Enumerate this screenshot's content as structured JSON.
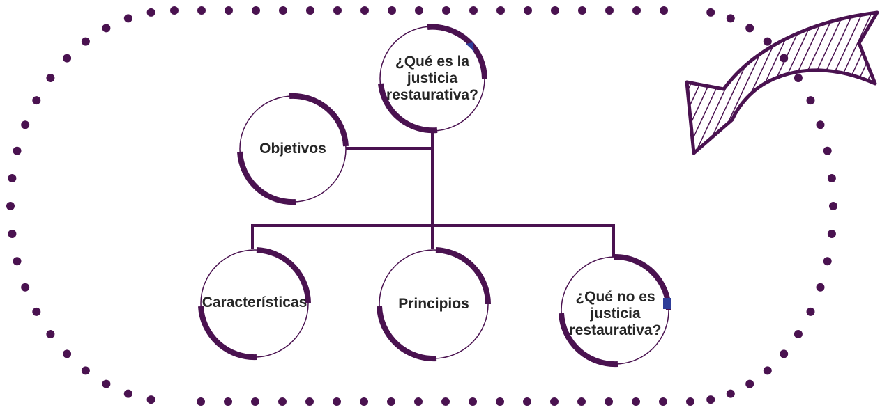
{
  "colors": {
    "primary": "#4a1250",
    "accent": "#2e3d99",
    "text": "#262626",
    "background": "#ffffff"
  },
  "nodes": {
    "root": {
      "label": "¿Qué es la\njusticia\nrestaurativa?"
    },
    "objetivos": {
      "label": "Objetivos"
    },
    "caracteristicas": {
      "label": "Características"
    },
    "principios": {
      "label": "Principios"
    },
    "no_es": {
      "label": "¿Qué no es\njusticia\nrestaurativa?"
    }
  },
  "decorations": {
    "border": "dotted-oval-border",
    "arrow_icon": "curved-arrow-icon"
  }
}
